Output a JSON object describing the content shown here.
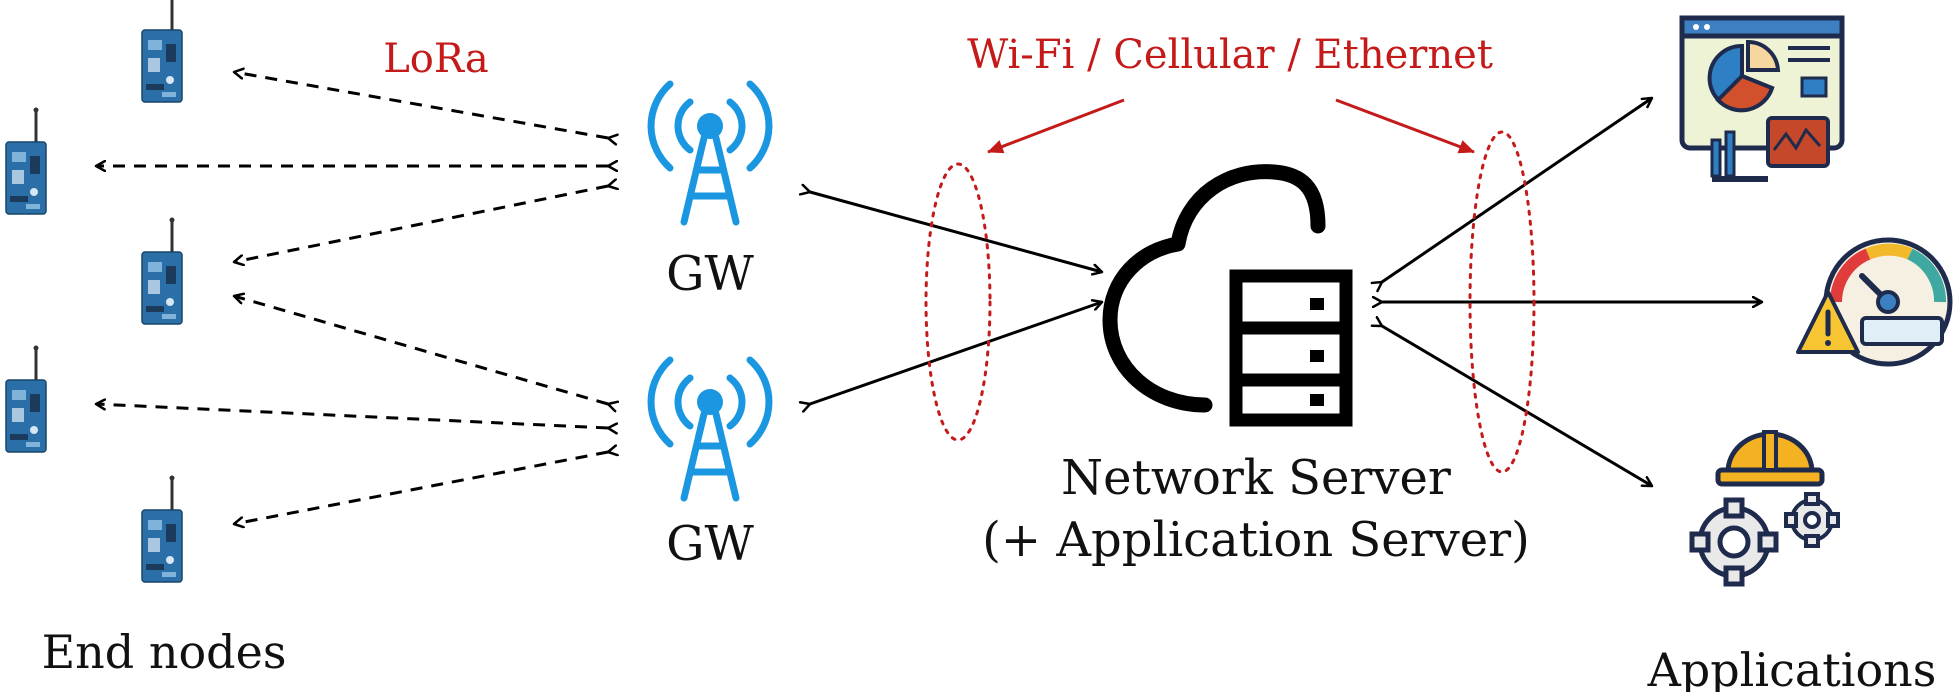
{
  "labels": {
    "lora": "LoRa",
    "backhaul": "Wi-Fi / Cellular / Ethernet",
    "gateway_top": "GW",
    "gateway_bottom": "GW",
    "server_line1": "Network Server",
    "server_line2": "(+ Application Server)",
    "end_nodes": "End nodes",
    "applications": "Applications"
  },
  "icons": {
    "end_node": "lora-board-icon",
    "gateway": "antenna-tower-icon",
    "server": "cloud-server-icon",
    "app_dashboard": "dashboard-monitor-icon",
    "app_alert": "gauge-warning-icon",
    "app_industrial": "helmet-gears-icon"
  },
  "colors": {
    "annotation": "#c41a1a",
    "gateway": "#1a97e0",
    "lines": "#000000",
    "board": "#2a6fa8"
  }
}
